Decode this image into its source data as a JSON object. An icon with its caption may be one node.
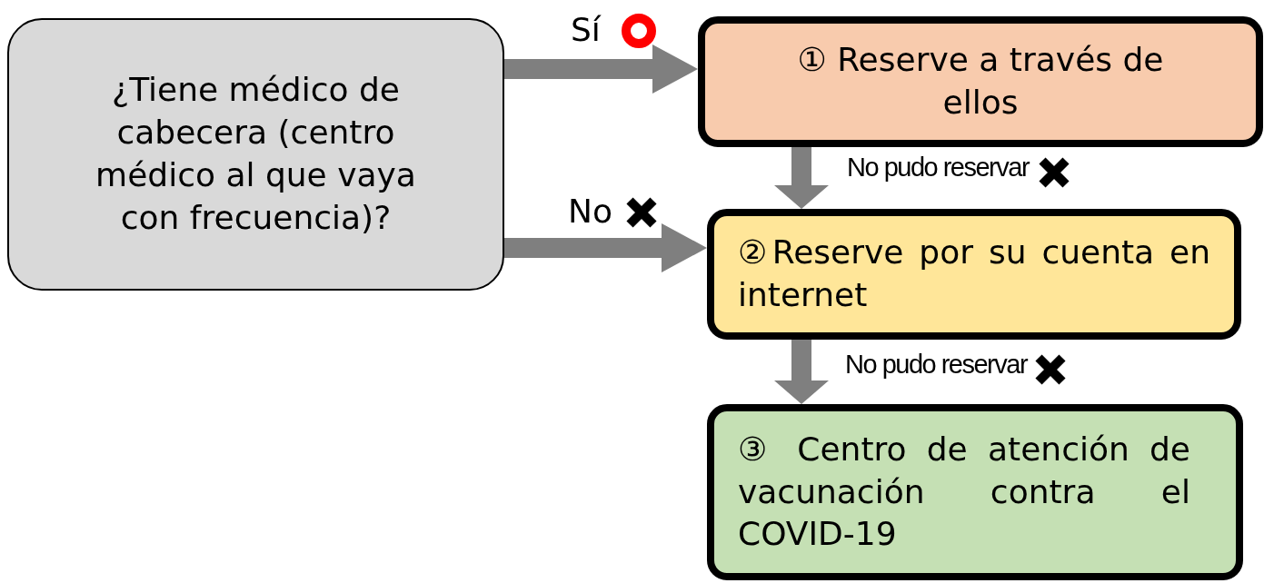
{
  "diagram": {
    "nodes": [
      {
        "text": [
          "¿Tiene médico de cabecera (centro médico al que vaya con frecuencia)?"
        ]
      },
      {
        "text": [
          "① Reserve a través de ellos"
        ]
      },
      {
        "text": [
          "②Reserve por su cuenta en internet"
        ]
      },
      {
        "text": [
          "③ Centro de atención de vacunación contra el COVID-19"
        ]
      }
    ],
    "edges": [
      {
        "from": 0,
        "to": 1,
        "arrow": "to",
        "label": "Sí"
      },
      {
        "from": 0,
        "to": 2,
        "arrow": "to",
        "label": "No"
      },
      {
        "from": 1,
        "to": 2,
        "arrow": "to",
        "label": "No pudo reservar"
      },
      {
        "from": 2,
        "to": 3,
        "arrow": "to",
        "label": "No pudo reservar"
      }
    ]
  }
}
